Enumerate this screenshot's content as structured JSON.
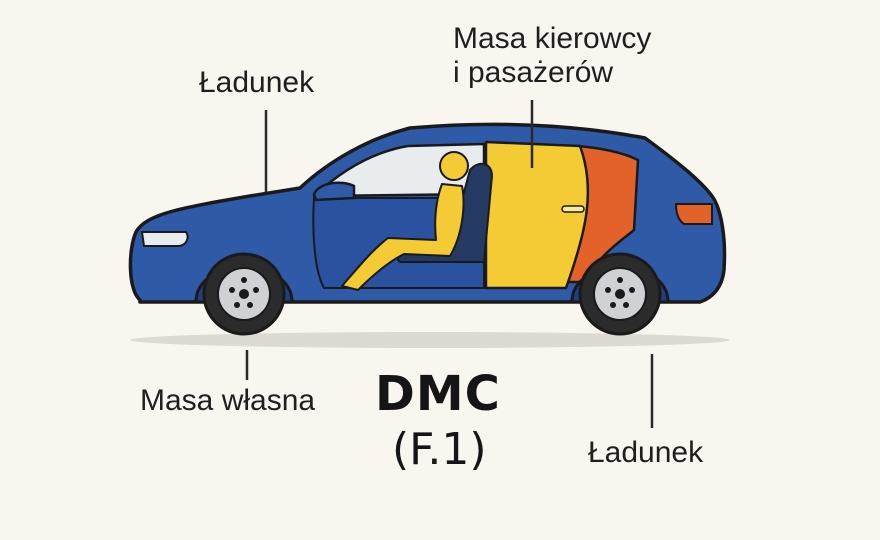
{
  "labels": {
    "top_left": "Ładunek",
    "top_right_line1": "Masa kierowcy",
    "top_right_line2": "i pasażerów",
    "bottom_left": "Masa własna",
    "bottom_right": "Ładunek",
    "center_title": "DMC",
    "center_subtitle": "(F.1)"
  },
  "colors": {
    "background": "#f8f6ef",
    "car_body": "#2f5aa8",
    "occupant_zone": "#f4cb35",
    "cargo_zone": "#e2622a",
    "outline": "#1a1a1a",
    "tire": "#2b2b2b",
    "rim": "#cfd1d4",
    "window": "#e9ecef",
    "shadow": "#dcdad3"
  },
  "icons": {
    "car": "hatchback-car-side-view",
    "occupant": "seated-person-silhouette"
  }
}
